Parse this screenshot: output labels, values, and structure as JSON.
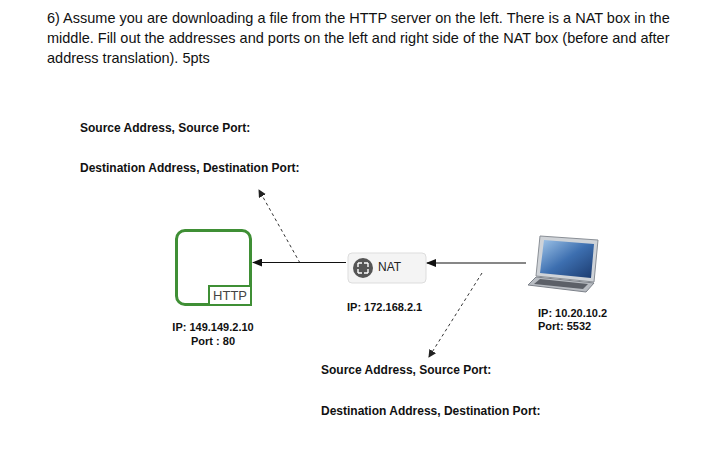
{
  "diagram": {
    "title": "6) Assume you are downloading a file from the HTTP server on the left. There is a NAT box in the middle. Fill out the addresses and ports on the left and right side of the NAT box (before and after address translation). 5pts",
    "nodes": [
      {
        "text": [
          "HTTP",
          "IP: 149.149.2.10",
          "Port : 80"
        ]
      },
      {
        "text": [
          "NAT",
          "IP: 172.168.2.1"
        ]
      },
      {
        "text": [
          "IP: 10.20.10.2",
          "Port: 5532"
        ]
      }
    ],
    "edges": [
      {
        "from": 2,
        "to": 1,
        "arrow": "to"
      },
      {
        "from": 1,
        "to": 0,
        "arrow": "to"
      }
    ],
    "labels": [
      "Source Address, Source Port:",
      "Destination Address, Destination Port:",
      "Source Address, Source Port:",
      "Destination Address, Destination Port:"
    ]
  }
}
